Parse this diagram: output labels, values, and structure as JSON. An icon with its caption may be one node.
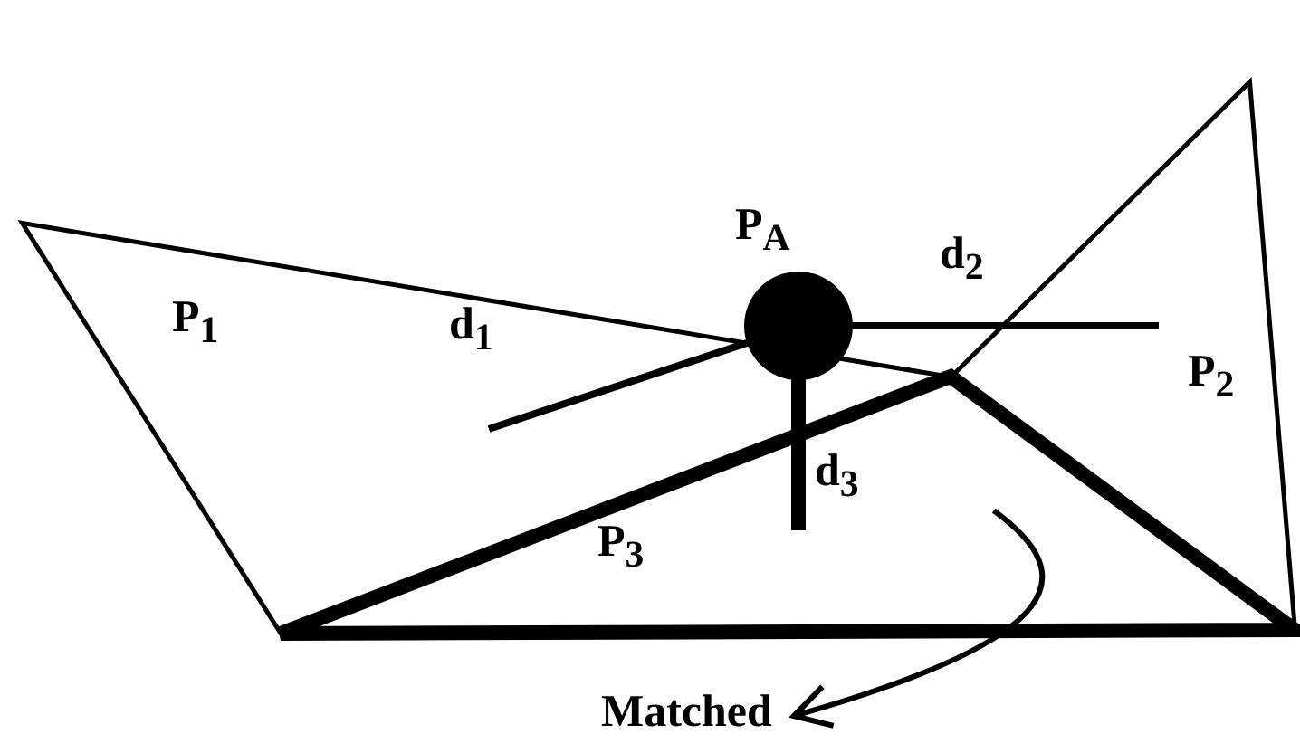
{
  "diagram": {
    "nodes": [
      {
        "text": [
          "P$_{1}$"
        ]
      },
      {
        "text": [
          "P$_{2}$"
        ]
      },
      {
        "text": [
          "P$_{3}$"
        ]
      },
      {
        "text": [
          "Matched"
        ]
      }
    ],
    "edges": [
      {
        "from": 2,
        "to": 3,
        "arrow": "to"
      }
    ],
    "labels": [
      "P$_{A}$",
      "d$_{2}$",
      "d$_{1}$",
      "d$_{3}$"
    ]
  }
}
